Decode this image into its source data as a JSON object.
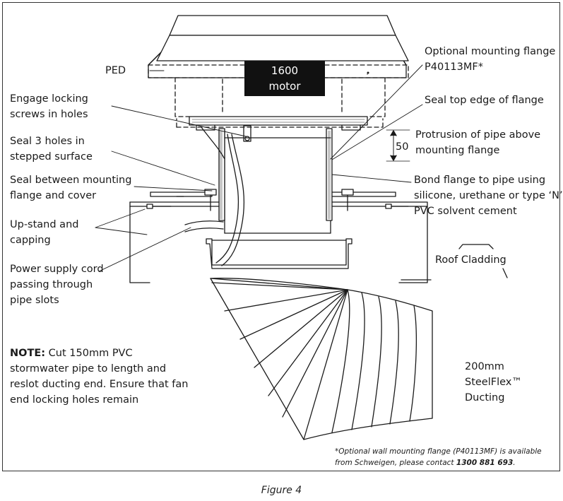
{
  "labels": {
    "ped": "PED",
    "motor": [
      "1600",
      "motor"
    ],
    "mounting_flange": [
      "Optional mounting flange",
      "P40113MF*"
    ],
    "seal_top_edge": "Seal top edge of flange",
    "protrusion": [
      "Protrusion of pipe above",
      "mounting flange"
    ],
    "dimension_50": "50",
    "engage_locking": [
      "Engage locking",
      "screws in holes"
    ],
    "seal_3_holes": [
      "Seal 3 holes in",
      "stepped surface"
    ],
    "seal_between": [
      "Seal between mounting",
      "flange and cover"
    ],
    "bond_flange": [
      "Bond flange to pipe using",
      "silicone, urethane or type ‘N’",
      "PVC solvent cement"
    ],
    "upstand": [
      "Up-stand and",
      "capping"
    ],
    "power_cord": [
      "Power supply cord",
      "passing through",
      "pipe slots"
    ],
    "roof_cladding": "Roof Cladding",
    "note_bold": "NOTE:",
    "note_lines": [
      " Cut 150mm PVC",
      "stormwater pipe to length and",
      "reslot ducting end. Ensure that fan",
      "end locking holes remain"
    ],
    "ducting": [
      "200mm",
      "SteelFlex™",
      "Ducting"
    ],
    "footnote_line1": "*Optional wall mounting flange (P40113MF) is available",
    "footnote_line2_prefix": "from Schweigen, please contact ",
    "footnote_phone": "1300 881 693",
    "footnote_suffix": ".",
    "caption": "Figure 4"
  }
}
